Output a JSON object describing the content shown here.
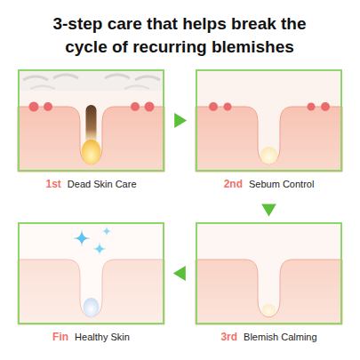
{
  "diagram": {
    "title": "3-step care that helps break the cycle of recurring blemishes",
    "nodes": [
      {
        "text": [
          "1st",
          "Dead Skin Care"
        ]
      },
      {
        "text": [
          "2nd",
          "Sebum Control"
        ]
      },
      {
        "text": [
          "3rd",
          "Blemish Calming"
        ]
      },
      {
        "text": [
          "Fin",
          "Healthy Skin"
        ]
      }
    ],
    "edges": [
      {
        "from": 0,
        "to": 1,
        "arrow": "to"
      },
      {
        "from": 1,
        "to": 2,
        "arrow": "to"
      },
      {
        "from": 2,
        "to": 3,
        "arrow": "to"
      }
    ]
  }
}
